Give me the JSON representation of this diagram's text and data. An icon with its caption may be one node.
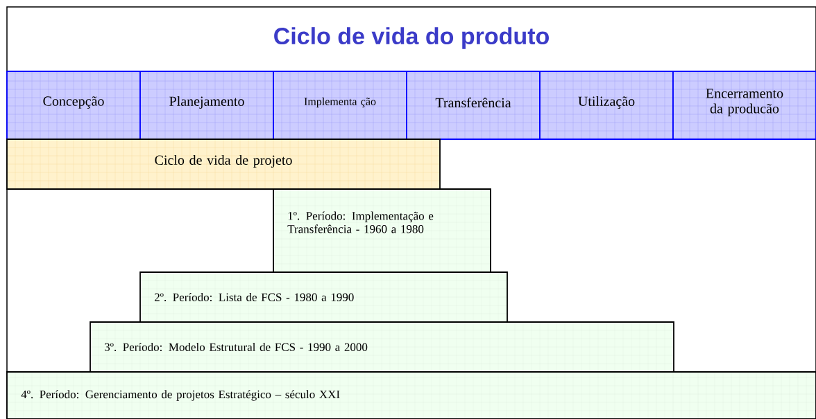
{
  "diagram": {
    "title": "Ciclo de vida do produto",
    "nodes": [
      {
        "text": [
          "Concepção"
        ]
      },
      {
        "text": [
          "Planejamento"
        ]
      },
      {
        "text": [
          "Implementa ção"
        ]
      },
      {
        "text": [
          "Transferência"
        ]
      },
      {
        "text": [
          "Utilização"
        ]
      },
      {
        "text": [
          "Encerramento da producão"
        ]
      },
      {
        "text": [
          "Ciclo de vida de projeto"
        ]
      },
      {
        "text": [
          "1º. Período: Implementação e Transferência - 1960 a 1980"
        ]
      },
      {
        "text": [
          "2º. Período: Lista de FCS - 1980 a 1990"
        ]
      },
      {
        "text": [
          "3º. Período: Modelo Estrutural de FCS - 1990 a 2000"
        ]
      },
      {
        "text": [
          "4º. Período: Gerenciamento de projetos Estratégico – século XXI"
        ]
      }
    ],
    "edges": []
  }
}
